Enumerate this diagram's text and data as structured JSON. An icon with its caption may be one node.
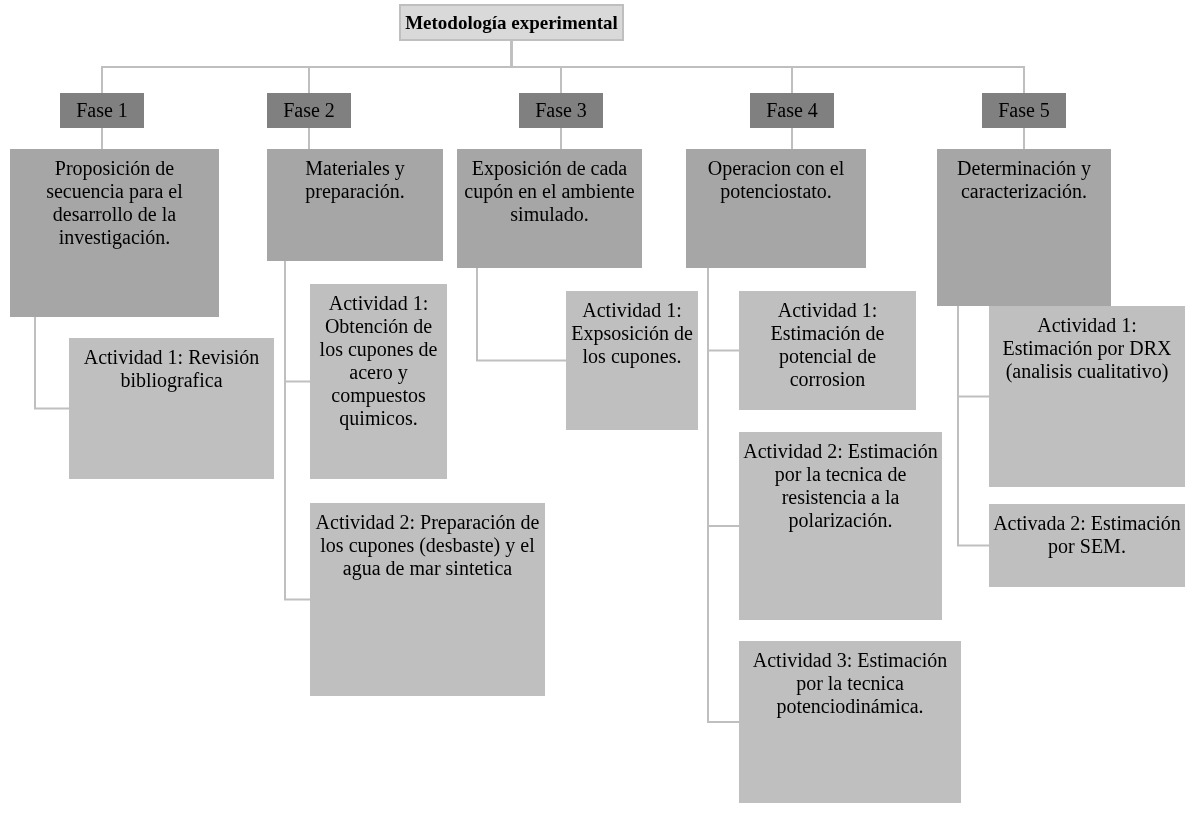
{
  "diagram": {
    "nodes": [
      {
        "text": [
          "Metodología experimental"
        ]
      },
      {
        "text": [
          "Fase 1"
        ]
      },
      {
        "text": [
          "Fase 2"
        ]
      },
      {
        "text": [
          "Fase 3"
        ]
      },
      {
        "text": [
          "Fase 4"
        ]
      },
      {
        "text": [
          "Fase 5"
        ]
      },
      {
        "text": [
          "Proposición de secuencia para el desarrollo de la investigación."
        ]
      },
      {
        "text": [
          "Materiales y preparación."
        ]
      },
      {
        "text": [
          "Exposición de cada cupón en el ambiente simulado."
        ]
      },
      {
        "text": [
          "Operacion con el potenciostato."
        ]
      },
      {
        "text": [
          "Determinación y caracterización."
        ]
      },
      {
        "text": [
          "Actividad 1: Revisión bibliografica"
        ]
      },
      {
        "text": [
          "Actividad 1: Obtención de los cupones de acero y compuestos quimicos."
        ]
      },
      {
        "text": [
          "Actividad 2: Preparación de los cupones (desbaste) y el agua de mar sintetica"
        ]
      },
      {
        "text": [
          "Actividad 1: Expsosición de los cupones."
        ]
      },
      {
        "text": [
          "Actividad 1: Estimación de potencial de corrosion"
        ]
      },
      {
        "text": [
          "Actividad 2: Estimación por la tecnica de resistencia a la polarización."
        ]
      },
      {
        "text": [
          "Actividad 3: Estimación por la tecnica potenciodinámica."
        ]
      },
      {
        "text": [
          "Actividad 1: Estimación por DRX (analisis cualitativo)"
        ]
      },
      {
        "text": [
          "Activada 2: Estimación por SEM."
        ]
      }
    ],
    "edges": [
      {
        "from": 0,
        "to": 1,
        "arrow": "none"
      },
      {
        "from": 0,
        "to": 2,
        "arrow": "none"
      },
      {
        "from": 0,
        "to": 3,
        "arrow": "none"
      },
      {
        "from": 0,
        "to": 4,
        "arrow": "none"
      },
      {
        "from": 0,
        "to": 5,
        "arrow": "none"
      },
      {
        "from": 1,
        "to": 6,
        "arrow": "none"
      },
      {
        "from": 2,
        "to": 7,
        "arrow": "none"
      },
      {
        "from": 3,
        "to": 8,
        "arrow": "none"
      },
      {
        "from": 4,
        "to": 9,
        "arrow": "none"
      },
      {
        "from": 5,
        "to": 10,
        "arrow": "none"
      },
      {
        "from": 6,
        "to": 11,
        "arrow": "none"
      },
      {
        "from": 7,
        "to": 12,
        "arrow": "none"
      },
      {
        "from": 7,
        "to": 13,
        "arrow": "none"
      },
      {
        "from": 8,
        "to": 14,
        "arrow": "none"
      },
      {
        "from": 9,
        "to": 15,
        "arrow": "none"
      },
      {
        "from": 9,
        "to": 16,
        "arrow": "none"
      },
      {
        "from": 9,
        "to": 17,
        "arrow": "none"
      },
      {
        "from": 10,
        "to": 18,
        "arrow": "none"
      },
      {
        "from": 10,
        "to": 19,
        "arrow": "none"
      }
    ]
  }
}
